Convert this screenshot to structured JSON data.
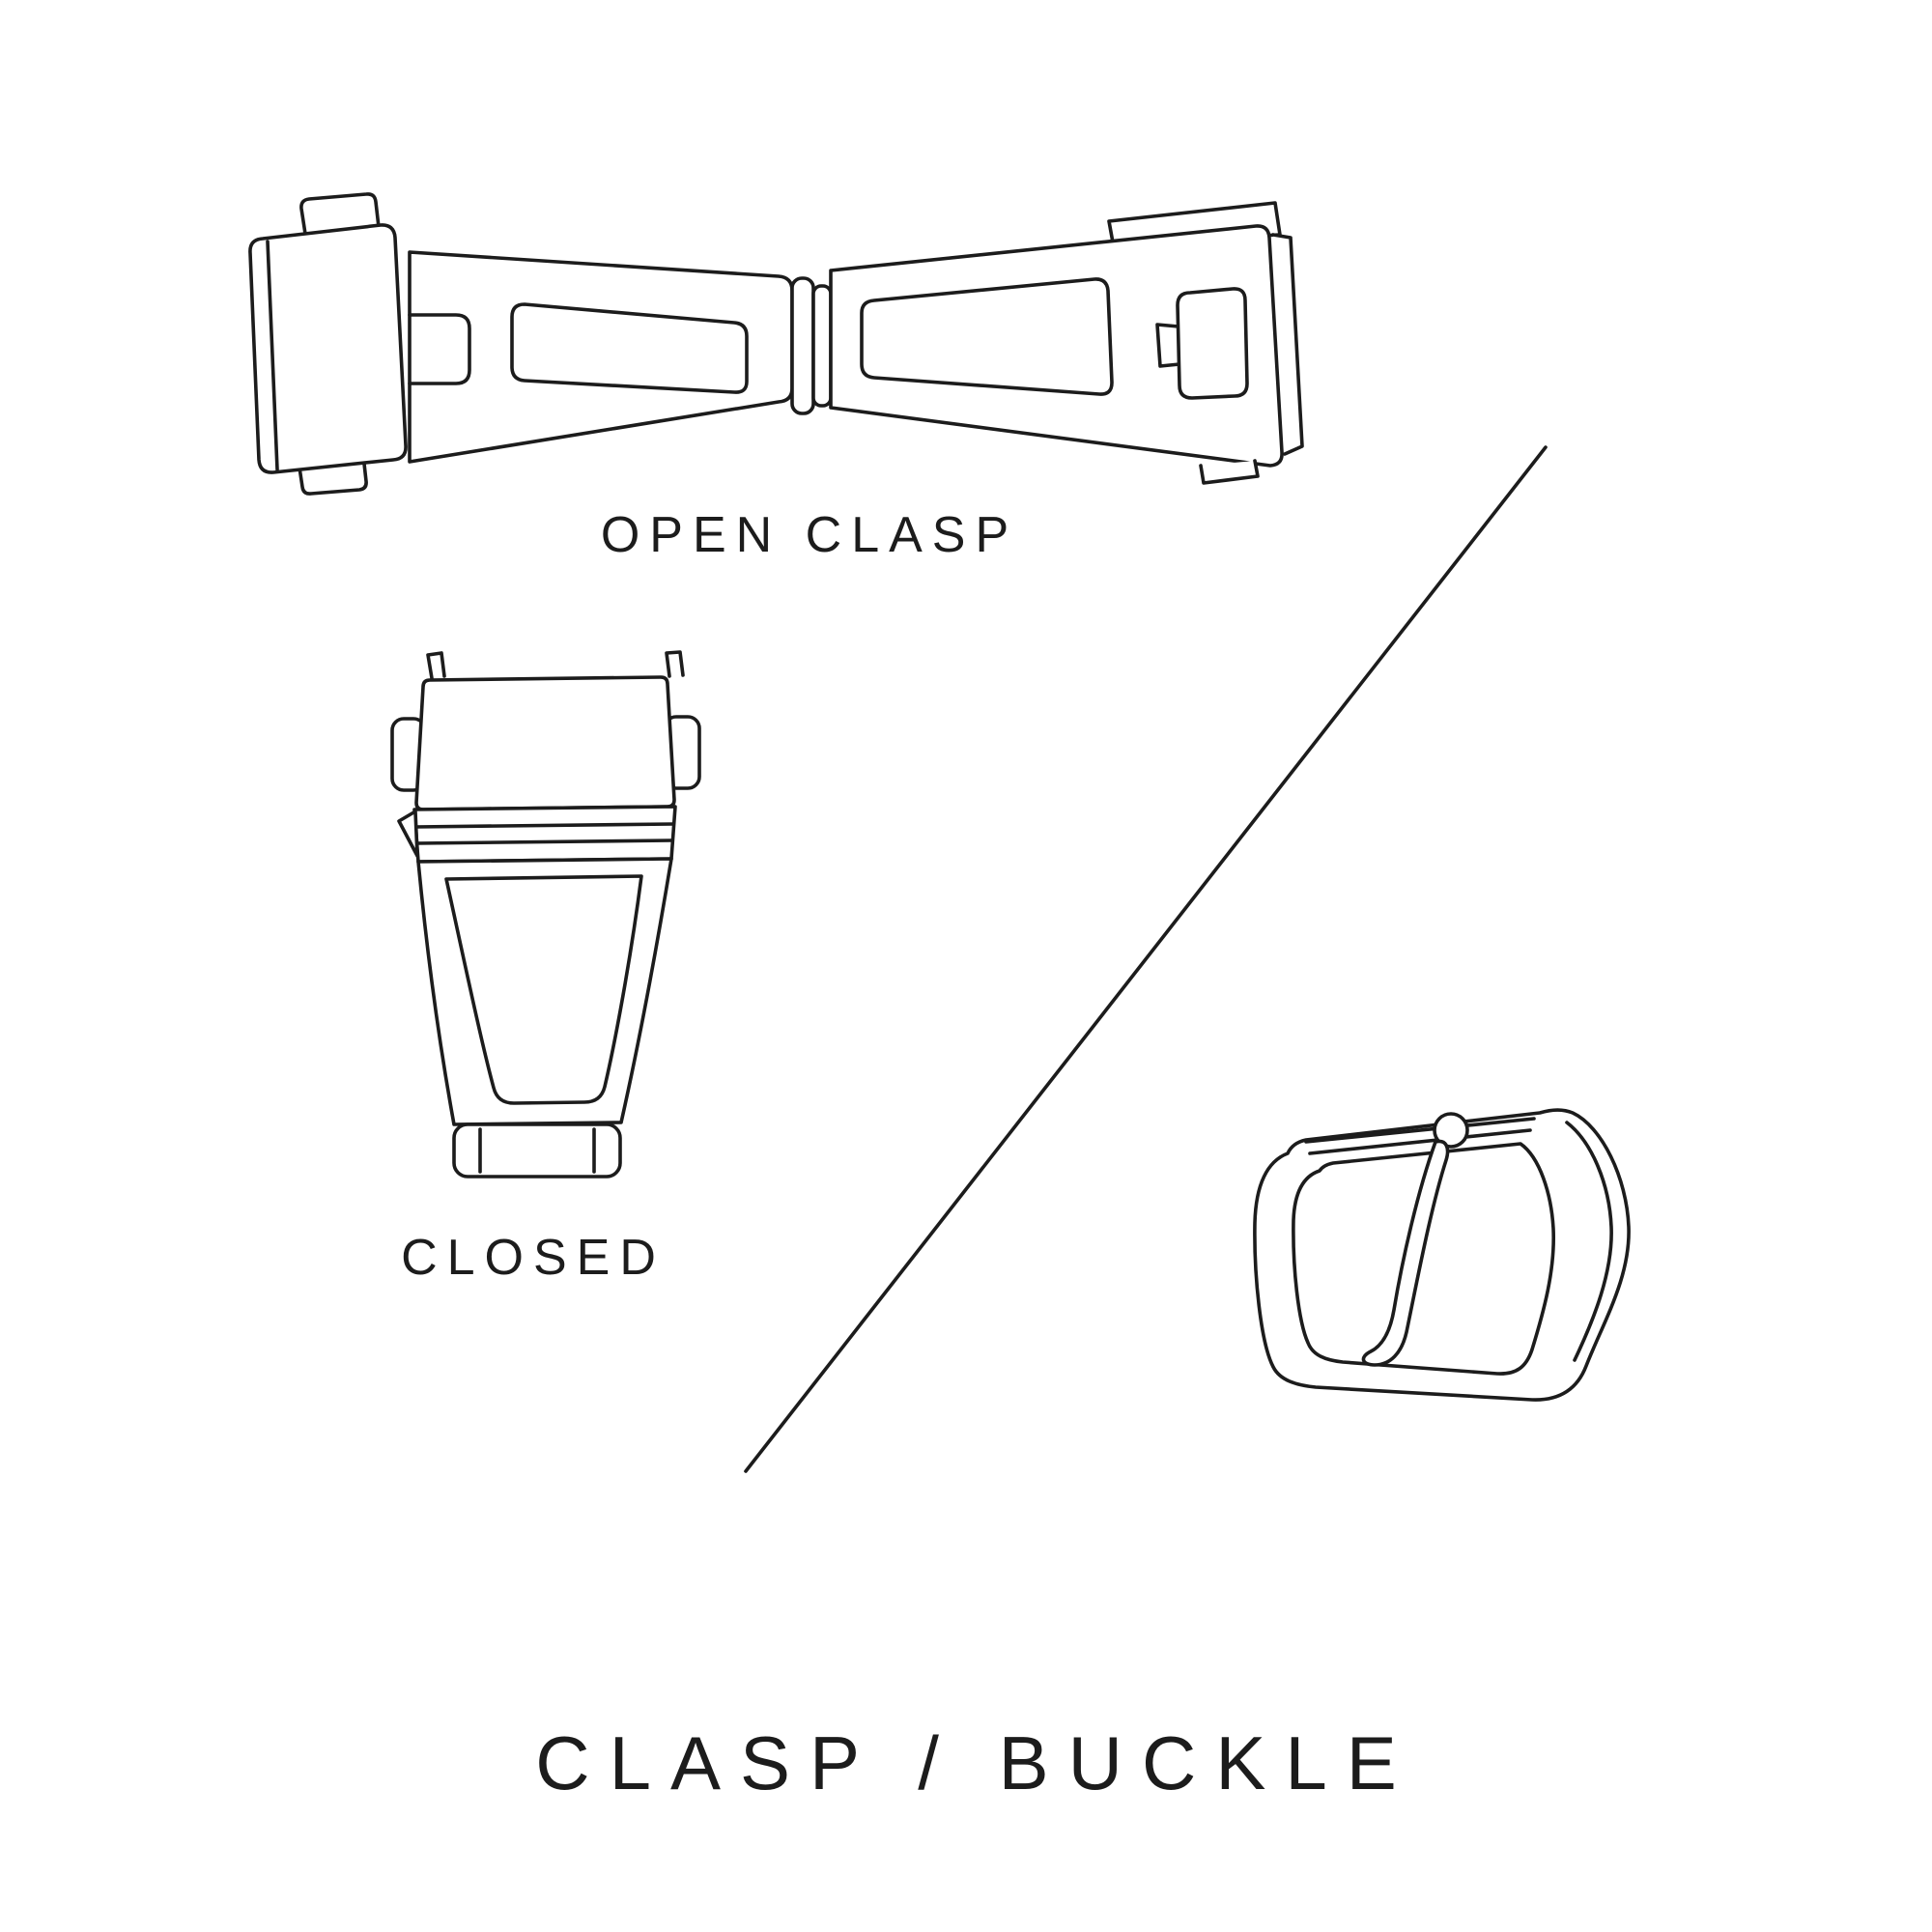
{
  "page": {
    "background": "#ffffff",
    "line_color": "#1c1c1c",
    "text_color": "#1c1c1c",
    "description": "Line-art diagram of watch strap fastener types"
  },
  "labels": {
    "open_clasp": "OPEN CLASP",
    "closed": "CLOSED",
    "title": "CLASP / BUCKLE"
  },
  "illustrations": {
    "open_clasp": "open-deployant-clasp-line-drawing",
    "closed_clasp": "closed-deployant-clasp-line-drawing",
    "buckle": "tang-buckle-line-drawing",
    "divider": "diagonal-divider-line"
  }
}
